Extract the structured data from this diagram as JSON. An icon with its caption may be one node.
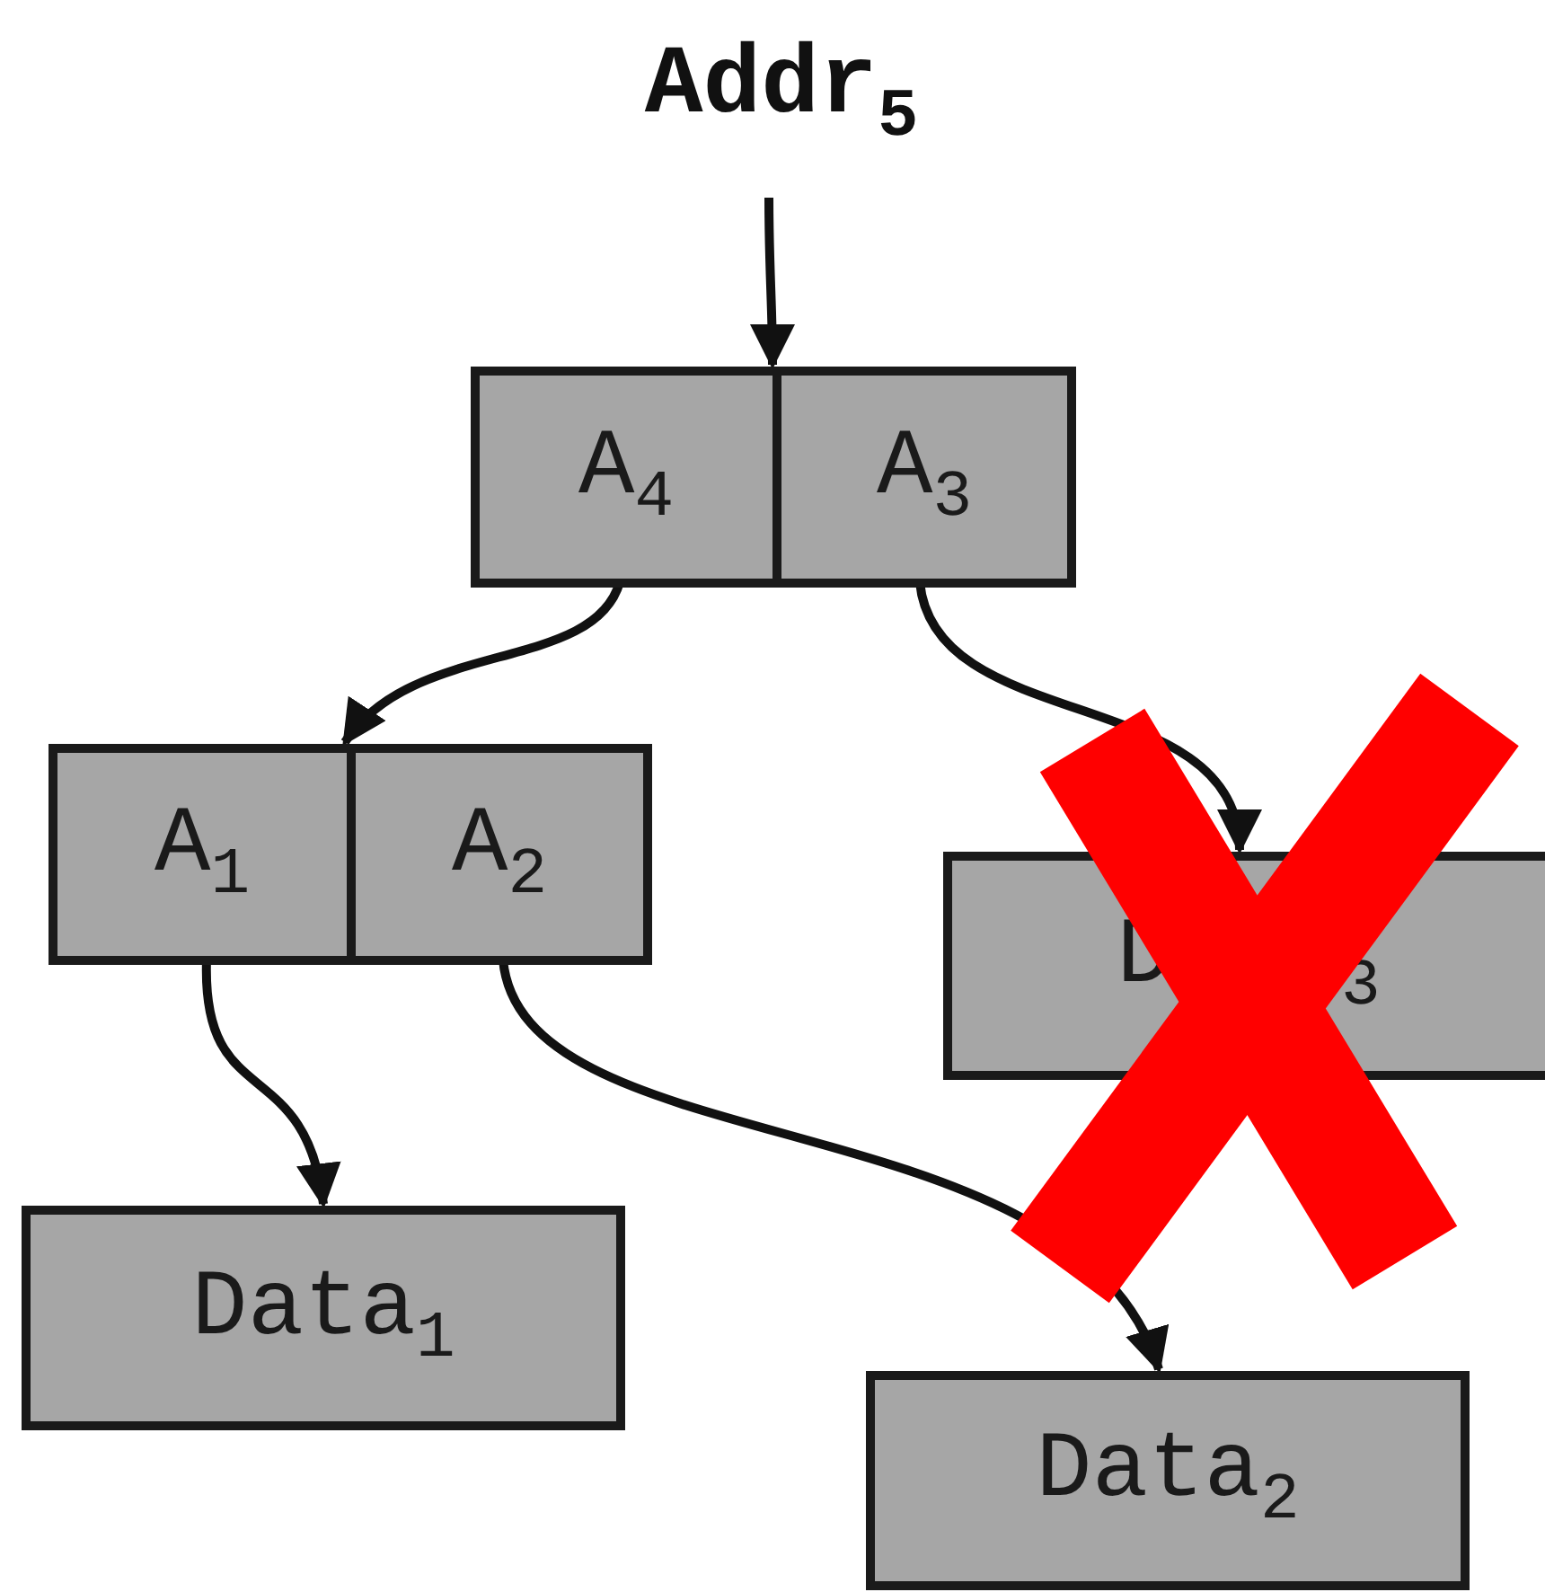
{
  "diagram": {
    "nodes": [
      {
        "text": [
          "Addr$_{5}$"
        ]
      },
      {
        "text": [],
        "shape": "box"
      },
      {
        "text": [
          "A$_{4}$"
        ],
        "in": 1
      },
      {
        "text": [
          "A$_{3}$"
        ],
        "in": 1
      },
      {
        "text": [],
        "shape": "box"
      },
      {
        "text": [
          "A$_{1}$"
        ],
        "in": 4
      },
      {
        "text": [
          "A$_{2}$"
        ],
        "in": 4
      },
      {
        "text": [
          "Data$_{3}$"
        ]
      },
      {
        "text": [
          "Data$_{1}$"
        ]
      },
      {
        "text": [
          "Data$_{2}$"
        ]
      }
    ],
    "edges": [
      {
        "from": 0,
        "to": 1,
        "arrow": "to"
      },
      {
        "from": 2,
        "to": 4,
        "arrow": "to"
      },
      {
        "from": 3,
        "to": 7,
        "arrow": "to"
      },
      {
        "from": 5,
        "to": 8,
        "arrow": "to"
      },
      {
        "from": 6,
        "to": 9,
        "arrow": "to"
      }
    ]
  }
}
